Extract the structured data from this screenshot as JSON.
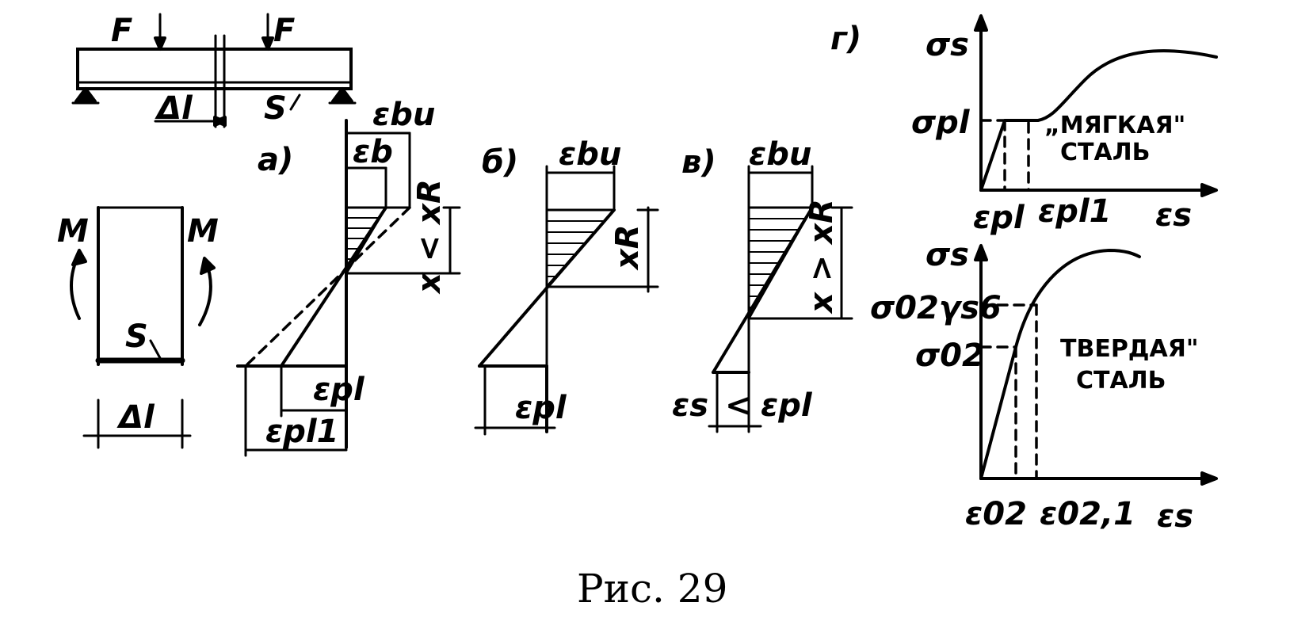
{
  "beam": {
    "load_left": "F",
    "load_right": "F",
    "delta_l": "Δl",
    "rebar": "S"
  },
  "section": {
    "moment_left": "M",
    "moment_right": "M",
    "rebar": "S",
    "delta_l": "Δl"
  },
  "diagram_a": {
    "tag": "а)",
    "eps_bu": "εbu",
    "eps_b": "εb",
    "x_label": "x < xR",
    "eps_pl": "εpl",
    "eps_pl1": "εpl1"
  },
  "diagram_b": {
    "tag": "б)",
    "eps_bu": "εbu",
    "x_label": "xR",
    "eps_pl": "εpl"
  },
  "diagram_v": {
    "tag": "в)",
    "eps_bu": "εbu",
    "x_label": "x > xR",
    "eps_s": "εs",
    "less": "<",
    "eps_pl": "εpl"
  },
  "graph_soft": {
    "tag": "г)",
    "y_label": "σs",
    "sigma_pl": "σpl",
    "steel_line1": "„МЯГКАЯ\"",
    "steel_line2": "СТАЛЬ",
    "eps_pl": "εpl",
    "eps_pl1": "εpl1",
    "x_label": "εs"
  },
  "graph_hard": {
    "y_label": "σs",
    "sigma_02_gamma": "σ02γs6",
    "sigma_02": "σ02",
    "steel_line1": "ТВЕРДАЯ\"",
    "steel_line2": "СТАЛЬ",
    "eps_02": "ε02",
    "eps_021": "ε02,1",
    "x_label": "εs"
  },
  "caption": "Рис. 29"
}
